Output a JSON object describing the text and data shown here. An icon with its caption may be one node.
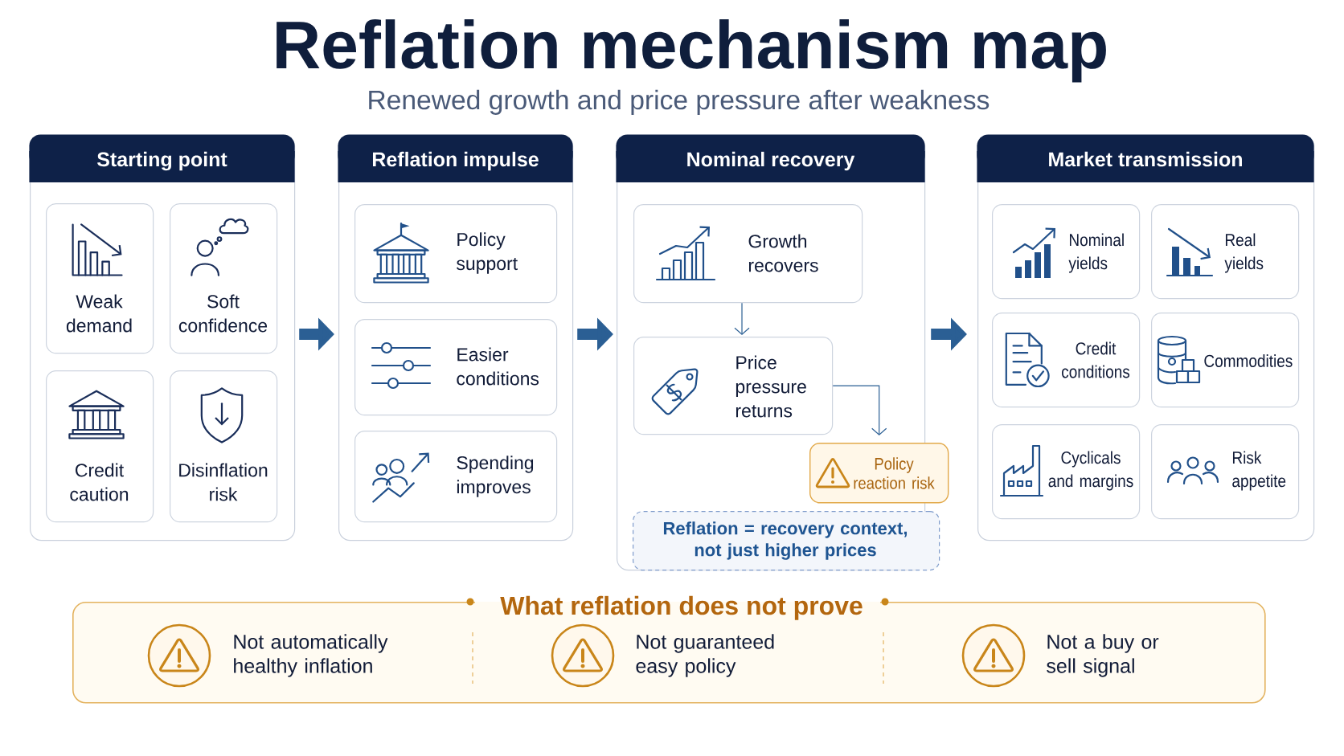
{
  "diagram": {
    "title": "Reflation mechanism map",
    "nodes": [
      {
        "text": [
          "Starting point"
        ]
      },
      {
        "text": [
          "Weak demand"
        ],
        "in": 0
      },
      {
        "text": [
          "Soft confidence"
        ],
        "in": 0
      },
      {
        "text": [
          "Credit caution"
        ],
        "in": 0
      },
      {
        "text": [
          "Disinflation risk"
        ],
        "in": 0
      },
      {
        "text": [
          "Reflation impulse"
        ]
      },
      {
        "text": [
          "Policy support"
        ],
        "in": 5
      },
      {
        "text": [
          "Easier conditions"
        ],
        "in": 5
      },
      {
        "text": [
          "Spending improves"
        ],
        "in": 5
      },
      {
        "text": [
          "Nominal recovery"
        ]
      },
      {
        "text": [
          "Growth recovers"
        ],
        "in": 9
      },
      {
        "text": [
          "Price pressure returns"
        ],
        "in": 9
      },
      {
        "text": [
          "Policy reaction risk"
        ]
      },
      {
        "text": [
          "Reflation = recovery context, not just higher prices"
        ],
        "in": 9
      },
      {
        "text": [
          "Market transmission"
        ]
      },
      {
        "text": [
          "Nominal yields"
        ],
        "in": 14
      },
      {
        "text": [
          "Real yields"
        ],
        "in": 14
      },
      {
        "text": [
          "Credit conditions"
        ],
        "in": 14
      },
      {
        "text": [
          "Commodities"
        ],
        "in": 14
      },
      {
        "text": [
          "Cyclicals and margins"
        ],
        "in": 14
      },
      {
        "text": [
          "Risk appetite"
        ],
        "in": 14
      },
      {
        "text": [
          "What reflation does not prove",
          "Not automatically healthy inflation",
          "Not guaranteed easy policy",
          "Not a buy or sell signal"
        ]
      }
    ],
    "edges": [
      {
        "from": 0,
        "to": 5,
        "arrow": "to"
      },
      {
        "from": 5,
        "to": 9,
        "arrow": "to"
      },
      {
        "from": 9,
        "to": 14,
        "arrow": "to"
      },
      {
        "from": 10,
        "to": 11,
        "arrow": "to"
      },
      {
        "from": 11,
        "to": 12,
        "arrow": "to"
      }
    ],
    "labels": [
      "Renewed growth and price pressure after weakness"
    ]
  }
}
